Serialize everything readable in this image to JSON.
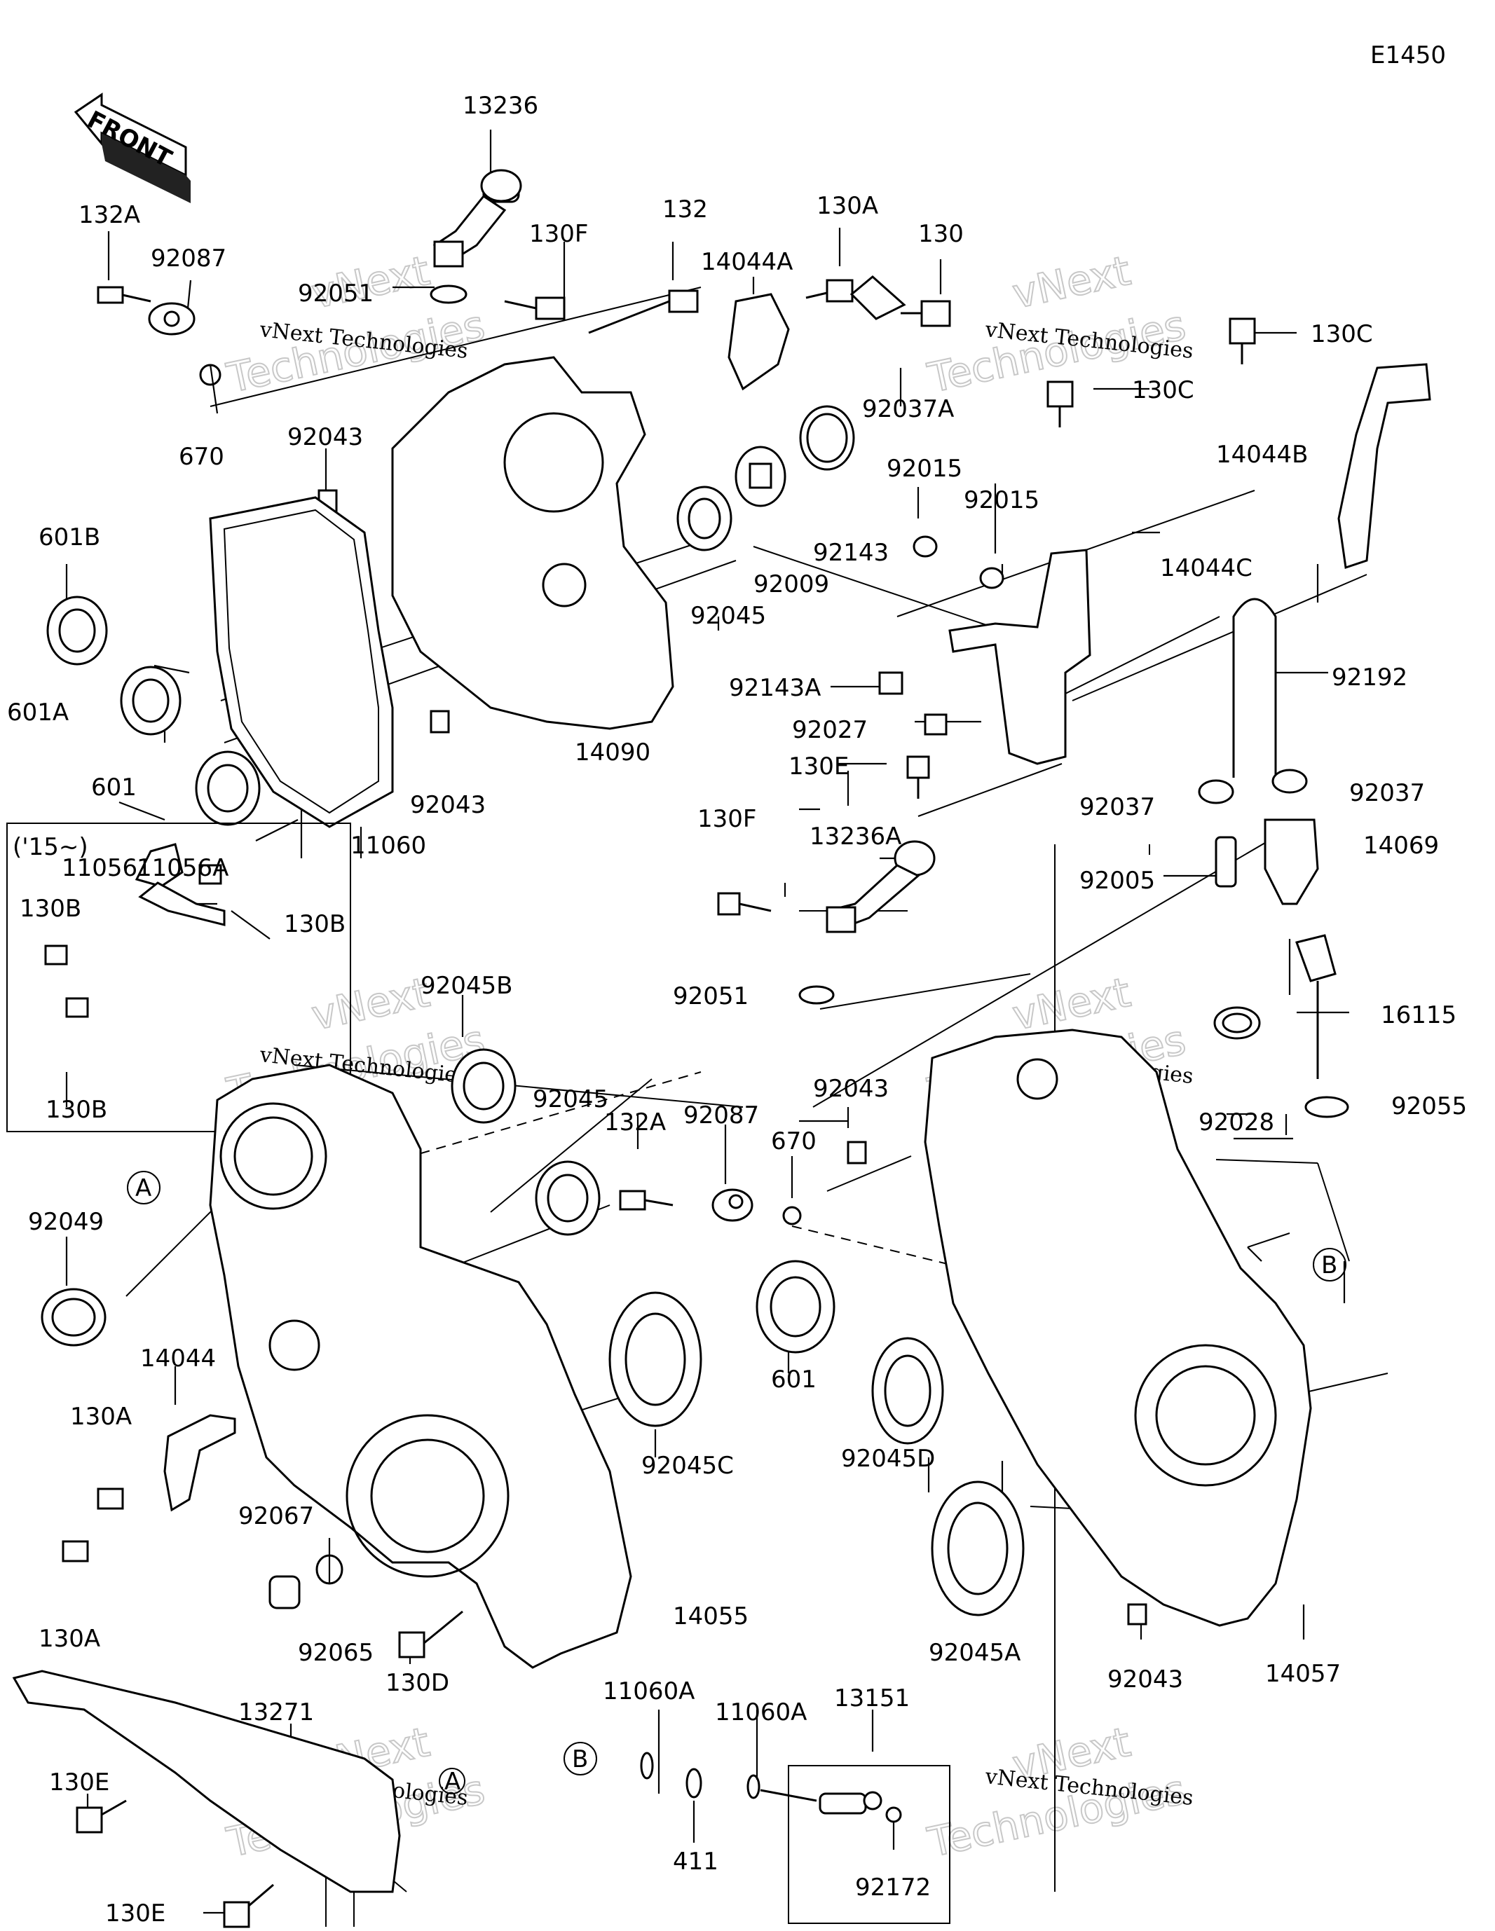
{
  "diagram_code": "E1450",
  "front_arrow_text": "FRONT",
  "watermark_text": "vNext Technologies",
  "watermark_big": "Technologies",
  "watermark_big_2": "vNext",
  "inset_label": "('15~)",
  "circle_refs": {
    "a": "A",
    "b": "B"
  },
  "labels": [
    {
      "id": "13236",
      "text": "13236"
    },
    {
      "id": "132A-top",
      "text": "132A"
    },
    {
      "id": "92087-top",
      "text": "92087"
    },
    {
      "id": "92051-top",
      "text": "92051"
    },
    {
      "id": "130F-top",
      "text": "130F"
    },
    {
      "id": "132",
      "text": "132"
    },
    {
      "id": "14044A",
      "text": "14044A"
    },
    {
      "id": "130A-top",
      "text": "130A"
    },
    {
      "id": "130",
      "text": "130"
    },
    {
      "id": "130C-a",
      "text": "130C"
    },
    {
      "id": "130C-b",
      "text": "130C"
    },
    {
      "id": "92037A",
      "text": "92037A"
    },
    {
      "id": "14044B",
      "text": "14044B"
    },
    {
      "id": "670-top",
      "text": "670"
    },
    {
      "id": "92043-a",
      "text": "92043"
    },
    {
      "id": "92015-a",
      "text": "92015"
    },
    {
      "id": "92015-b",
      "text": "92015"
    },
    {
      "id": "92143",
      "text": "92143"
    },
    {
      "id": "601B",
      "text": "601B"
    },
    {
      "id": "92045-top",
      "text": "92045"
    },
    {
      "id": "92009",
      "text": "92009"
    },
    {
      "id": "14044C",
      "text": "14044C"
    },
    {
      "id": "92192",
      "text": "92192"
    },
    {
      "id": "92143A",
      "text": "92143A"
    },
    {
      "id": "601A",
      "text": "601A"
    },
    {
      "id": "92027",
      "text": "92027"
    },
    {
      "id": "14090",
      "text": "14090"
    },
    {
      "id": "130E-mid",
      "text": "130E"
    },
    {
      "id": "601-top",
      "text": "601"
    },
    {
      "id": "92043-b",
      "text": "92043"
    },
    {
      "id": "92037-l",
      "text": "92037"
    },
    {
      "id": "92037-r",
      "text": "92037"
    },
    {
      "id": "11060",
      "text": "11060"
    },
    {
      "id": "130F-mid",
      "text": "130F"
    },
    {
      "id": "13236A",
      "text": "13236A"
    },
    {
      "id": "14069",
      "text": "14069"
    },
    {
      "id": "11056",
      "text": "11056"
    },
    {
      "id": "11056A",
      "text": "11056A"
    },
    {
      "id": "92005",
      "text": "92005"
    },
    {
      "id": "130B-a",
      "text": "130B"
    },
    {
      "id": "130B-b",
      "text": "130B"
    },
    {
      "id": "130B-c",
      "text": "130B"
    },
    {
      "id": "92045B",
      "text": "92045B"
    },
    {
      "id": "92051-mid",
      "text": "92051"
    },
    {
      "id": "16115",
      "text": "16115"
    },
    {
      "id": "92043-c",
      "text": "92043"
    },
    {
      "id": "92028",
      "text": "92028"
    },
    {
      "id": "92055",
      "text": "92055"
    },
    {
      "id": "92045-mid",
      "text": "92045"
    },
    {
      "id": "132A-mid",
      "text": "132A"
    },
    {
      "id": "92087-mid",
      "text": "92087"
    },
    {
      "id": "670-mid",
      "text": "670"
    },
    {
      "id": "92049",
      "text": "92049"
    },
    {
      "id": "601-mid",
      "text": "601"
    },
    {
      "id": "14044",
      "text": "14044"
    },
    {
      "id": "130A-mid",
      "text": "130A"
    },
    {
      "id": "92045C",
      "text": "92045C"
    },
    {
      "id": "92045D",
      "text": "92045D"
    },
    {
      "id": "92067",
      "text": "92067"
    },
    {
      "id": "130A-bot",
      "text": "130A"
    },
    {
      "id": "92065",
      "text": "92065"
    },
    {
      "id": "14055",
      "text": "14055"
    },
    {
      "id": "92045A",
      "text": "92045A"
    },
    {
      "id": "92043-d",
      "text": "92043"
    },
    {
      "id": "14057",
      "text": "14057"
    },
    {
      "id": "130D",
      "text": "130D"
    },
    {
      "id": "13271",
      "text": "13271"
    },
    {
      "id": "11060A-a",
      "text": "11060A"
    },
    {
      "id": "11060A-b",
      "text": "11060A"
    },
    {
      "id": "13151",
      "text": "13151"
    },
    {
      "id": "130E-bot-a",
      "text": "130E"
    },
    {
      "id": "411",
      "text": "411"
    },
    {
      "id": "92172",
      "text": "92172"
    },
    {
      "id": "130E-bot-b",
      "text": "130E"
    }
  ]
}
